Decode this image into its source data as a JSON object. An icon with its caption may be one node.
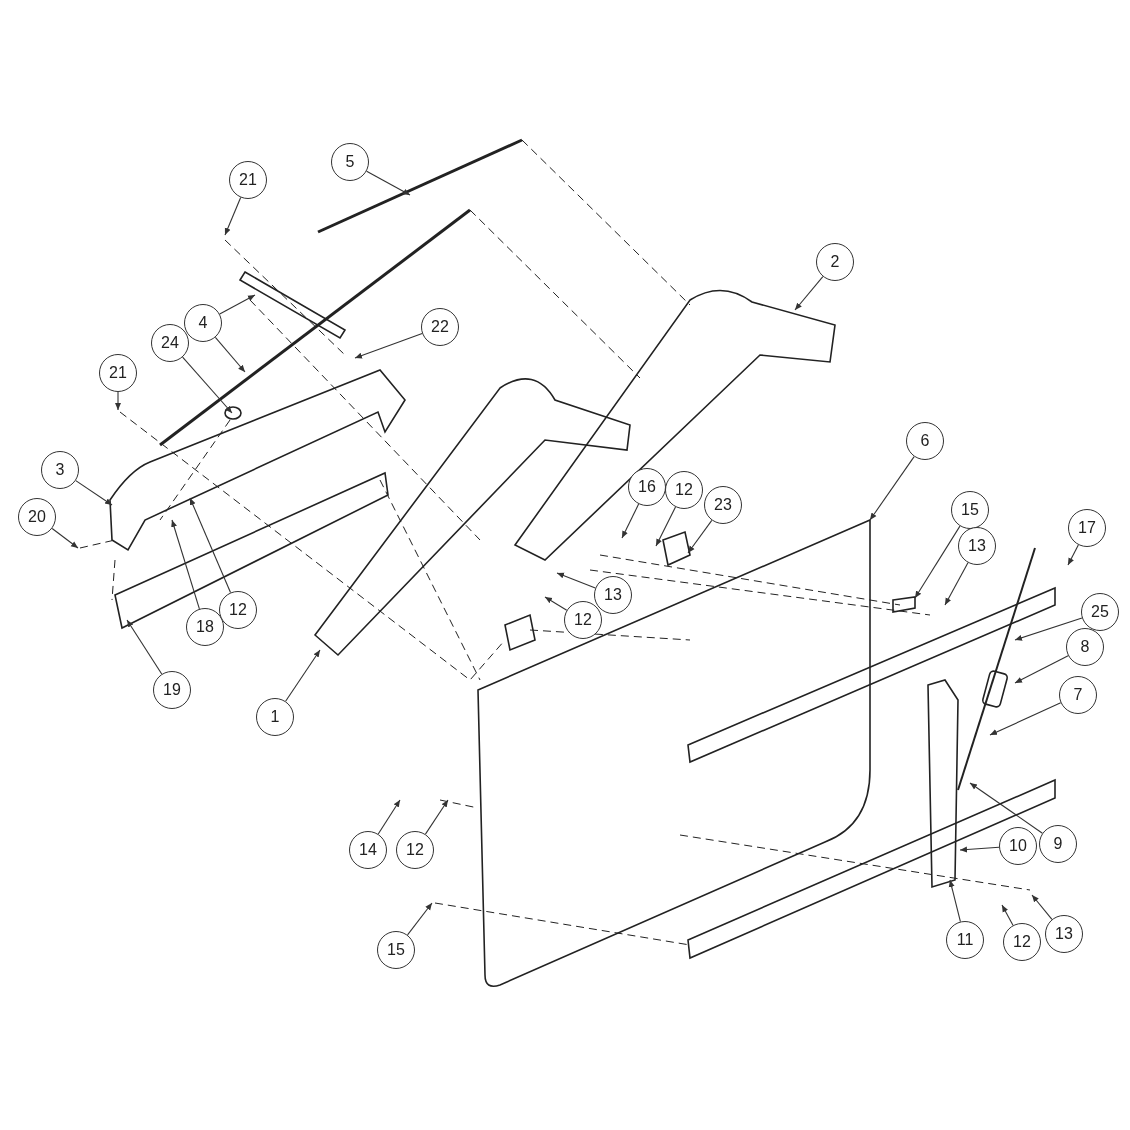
{
  "diagram": {
    "nodes": [
      {
        "text": [
          "5"
        ]
      },
      {
        "text": [
          "21"
        ]
      },
      {
        "text": [
          "2"
        ]
      },
      {
        "text": [
          "4"
        ]
      },
      {
        "text": [
          "22"
        ]
      },
      {
        "text": [
          "24"
        ]
      },
      {
        "text": [
          "21"
        ]
      },
      {
        "text": [
          "6"
        ]
      },
      {
        "text": [
          "3"
        ]
      },
      {
        "text": [
          "16"
        ]
      },
      {
        "text": [
          "12"
        ]
      },
      {
        "text": [
          "23"
        ]
      },
      {
        "text": [
          "20"
        ]
      },
      {
        "text": [
          "15"
        ]
      },
      {
        "text": [
          "13"
        ]
      },
      {
        "text": [
          "17"
        ]
      },
      {
        "text": [
          "13"
        ]
      },
      {
        "text": [
          "12"
        ]
      },
      {
        "text": [
          "25"
        ]
      },
      {
        "text": [
          "18"
        ]
      },
      {
        "text": [
          "12"
        ]
      },
      {
        "text": [
          "8"
        ]
      },
      {
        "text": [
          "19"
        ]
      },
      {
        "text": [
          "7"
        ]
      },
      {
        "text": [
          "1"
        ]
      },
      {
        "text": [
          "9"
        ]
      },
      {
        "text": [
          "10"
        ]
      },
      {
        "text": [
          "14"
        ]
      },
      {
        "text": [
          "12"
        ]
      },
      {
        "text": [
          "11"
        ]
      },
      {
        "text": [
          "12"
        ]
      },
      {
        "text": [
          "13"
        ]
      },
      {
        "text": [
          "15"
        ]
      }
    ],
    "edges": [
      {
        "from": 0,
        "to": null,
        "arrow": "to"
      },
      {
        "from": 1,
        "to": null,
        "arrow": "to"
      },
      {
        "from": 2,
        "to": null,
        "arrow": "to"
      },
      {
        "from": 3,
        "to": null,
        "arrow": "to"
      },
      {
        "from": 3,
        "to": null,
        "arrow": "to"
      },
      {
        "from": 4,
        "to": null,
        "arrow": "to"
      },
      {
        "from": 5,
        "to": null,
        "arrow": "to"
      },
      {
        "from": 6,
        "to": null,
        "arrow": "to"
      },
      {
        "from": 7,
        "to": null,
        "arrow": "to"
      },
      {
        "from": 8,
        "to": null,
        "arrow": "to"
      },
      {
        "from": 9,
        "to": null,
        "arrow": "to"
      },
      {
        "from": 10,
        "to": null,
        "arrow": "to"
      },
      {
        "from": 11,
        "to": null,
        "arrow": "to"
      },
      {
        "from": 12,
        "to": null,
        "arrow": "to"
      },
      {
        "from": 13,
        "to": null,
        "arrow": "to"
      },
      {
        "from": 14,
        "to": null,
        "arrow": "to"
      },
      {
        "from": 15,
        "to": null,
        "arrow": "to"
      },
      {
        "from": 16,
        "to": null,
        "arrow": "to"
      },
      {
        "from": 17,
        "to": null,
        "arrow": "to"
      },
      {
        "from": 18,
        "to": null,
        "arrow": "to"
      },
      {
        "from": 19,
        "to": null,
        "arrow": "to"
      },
      {
        "from": 20,
        "to": null,
        "arrow": "to"
      },
      {
        "from": 21,
        "to": null,
        "arrow": "to"
      },
      {
        "from": 22,
        "to": null,
        "arrow": "to"
      },
      {
        "from": 23,
        "to": null,
        "arrow": "to"
      },
      {
        "from": 24,
        "to": null,
        "arrow": "to"
      },
      {
        "from": 25,
        "to": null,
        "arrow": "to"
      },
      {
        "from": 26,
        "to": null,
        "arrow": "to"
      },
      {
        "from": 27,
        "to": null,
        "arrow": "to"
      },
      {
        "from": 28,
        "to": null,
        "arrow": "to"
      },
      {
        "from": 29,
        "to": null,
        "arrow": "to"
      },
      {
        "from": 30,
        "to": null,
        "arrow": "to"
      },
      {
        "from": 31,
        "to": null,
        "arrow": "to"
      },
      {
        "from": 32,
        "to": null,
        "arrow": "to"
      }
    ]
  }
}
